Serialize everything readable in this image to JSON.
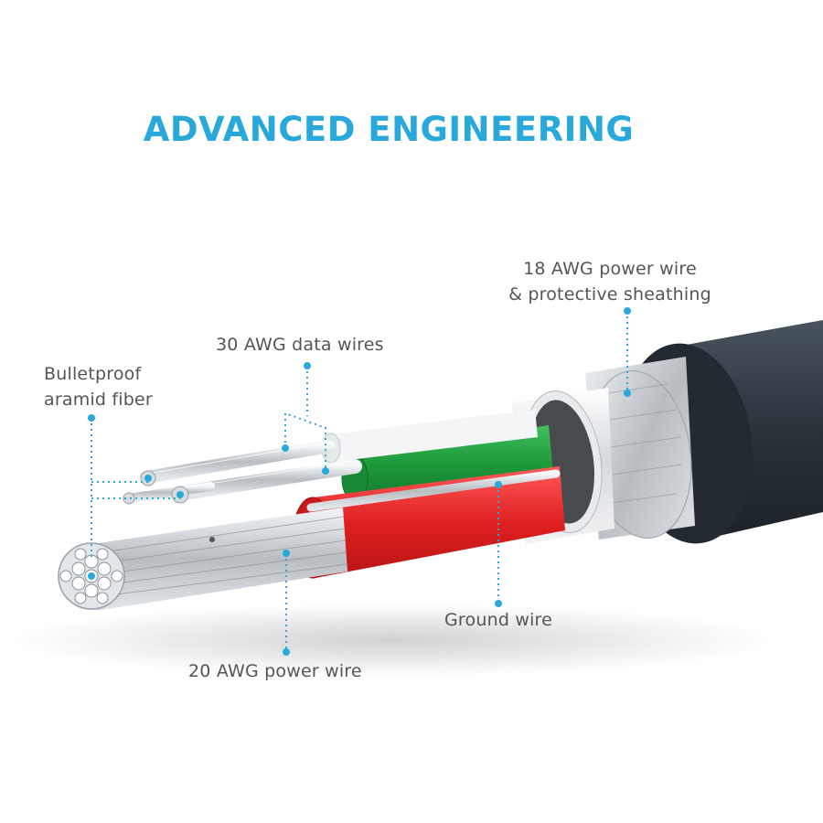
{
  "title": "ADVANCED ENGINEERING",
  "labels": {
    "power18": [
      "18 AWG power wire",
      "& protective sheathing"
    ],
    "data30": "30 AWG data wires",
    "aramid": [
      "Bulletproof",
      "aramid fiber"
    ],
    "ground": "Ground wire",
    "power20": "20 AWG power wire"
  },
  "colors": {
    "accent": "#29a8dc",
    "outer_jacket": "#2e3740",
    "braid": "#c9ccd0",
    "foil": "#e6e8ea",
    "data_green": "#1e9a3c",
    "ground_red": "#e02020",
    "wire_silver": "#bfc4c8"
  }
}
